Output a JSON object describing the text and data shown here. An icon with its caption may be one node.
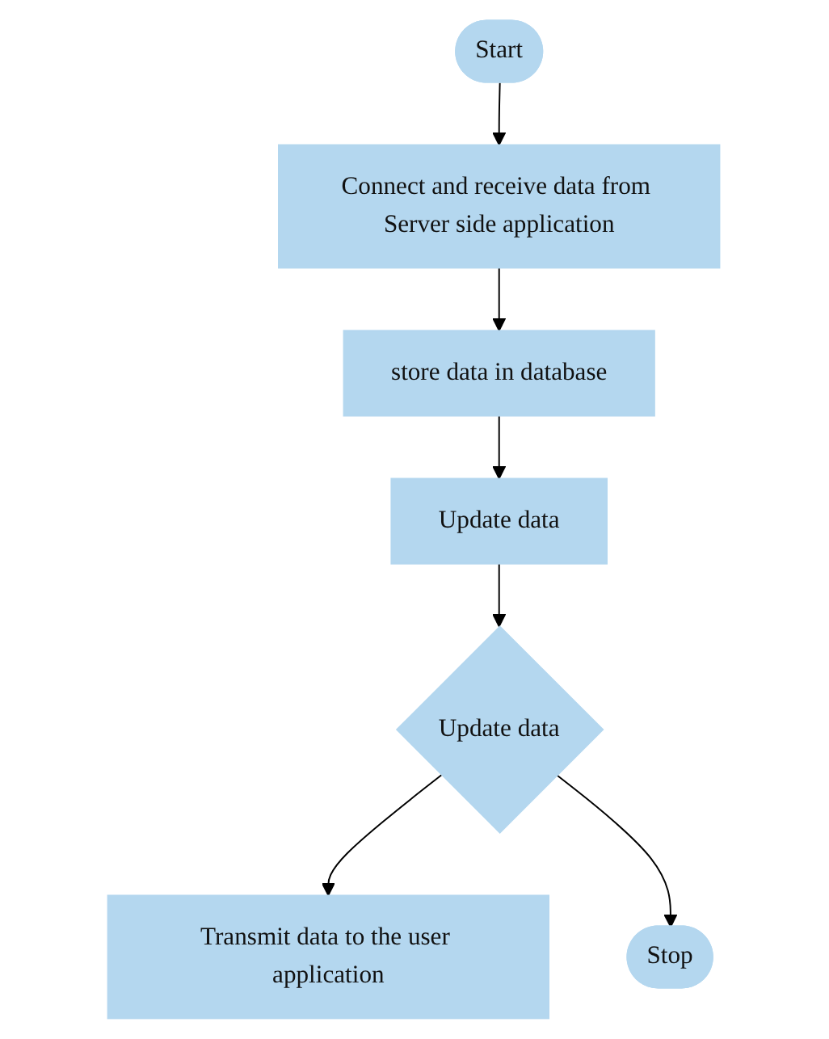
{
  "diagram": {
    "nodes": [
      {
        "text": [
          "Start"
        ]
      },
      {
        "text": [
          "Connect and receive data from Server side application"
        ]
      },
      {
        "text": [
          "store data in database"
        ]
      },
      {
        "text": [
          "Update data"
        ]
      },
      {
        "text": [
          "Update data"
        ]
      },
      {
        "text": [
          "Transmit data to the user application"
        ]
      },
      {
        "text": [
          "Stop"
        ]
      }
    ],
    "edges": [
      {
        "from": 0,
        "to": 1,
        "arrow": "to"
      },
      {
        "from": 1,
        "to": 2,
        "arrow": "to"
      },
      {
        "from": 2,
        "to": 3,
        "arrow": "to"
      },
      {
        "from": 3,
        "to": 4,
        "arrow": "to"
      },
      {
        "from": 4,
        "to": 5,
        "arrow": "to"
      },
      {
        "from": 4,
        "to": 6,
        "arrow": "to"
      }
    ]
  }
}
